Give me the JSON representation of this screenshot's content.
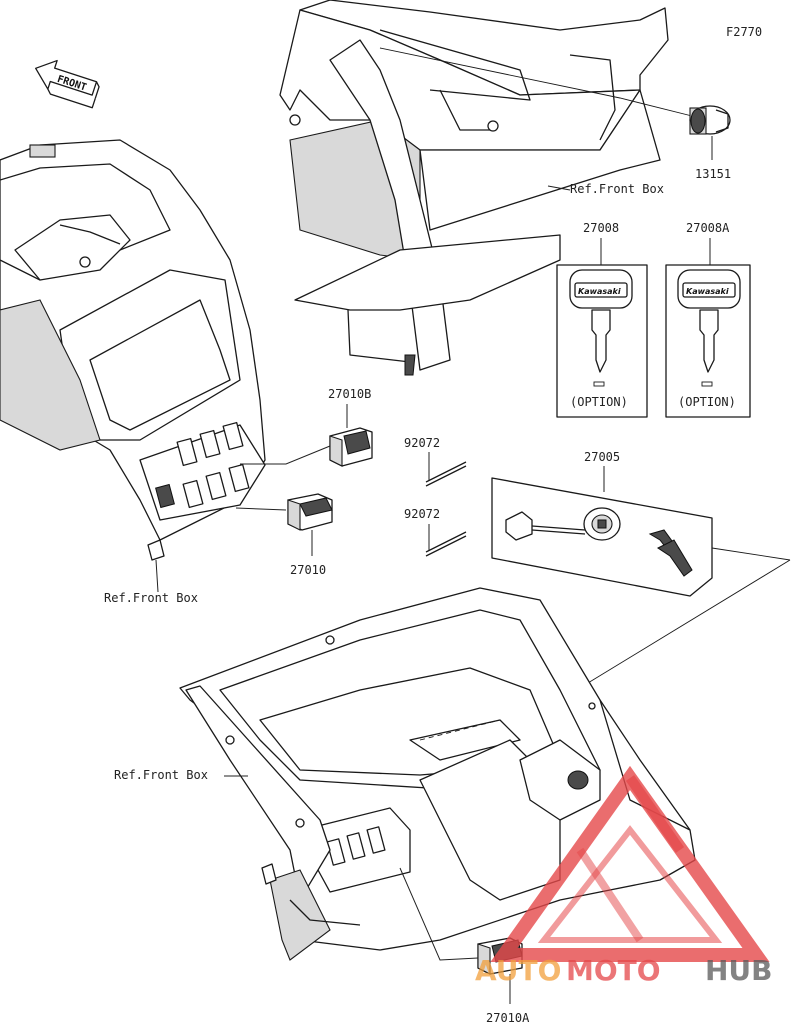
{
  "diagram_code": "F2770",
  "front_arrow": {
    "label": "FRONT"
  },
  "refs": {
    "top": "Ref.Front Box",
    "left": "Ref.Front Box",
    "bottom": "Ref.Front Box"
  },
  "parts": [
    {
      "id": "13151",
      "label": "13151"
    },
    {
      "id": "27008",
      "label": "27008",
      "option": "(OPTION)",
      "brand": "Kawasaki"
    },
    {
      "id": "27008A",
      "label": "27008A",
      "option": "(OPTION)",
      "brand": "Kawasaki"
    },
    {
      "id": "27010B",
      "label": "27010B"
    },
    {
      "id": "27010",
      "label": "27010"
    },
    {
      "id": "92072a",
      "label": "92072"
    },
    {
      "id": "92072b",
      "label": "92072"
    },
    {
      "id": "27005",
      "label": "27005"
    },
    {
      "id": "27010A",
      "label": "27010A"
    }
  ],
  "watermark": {
    "part1": "AUTO",
    "part2": "MOTO",
    "part3": "HUB"
  },
  "colors": {
    "line": "#1a1a1a",
    "watermark_red": "#e5484a",
    "watermark_orange": "#f2a03c",
    "watermark_gray": "#5a5a5a"
  }
}
